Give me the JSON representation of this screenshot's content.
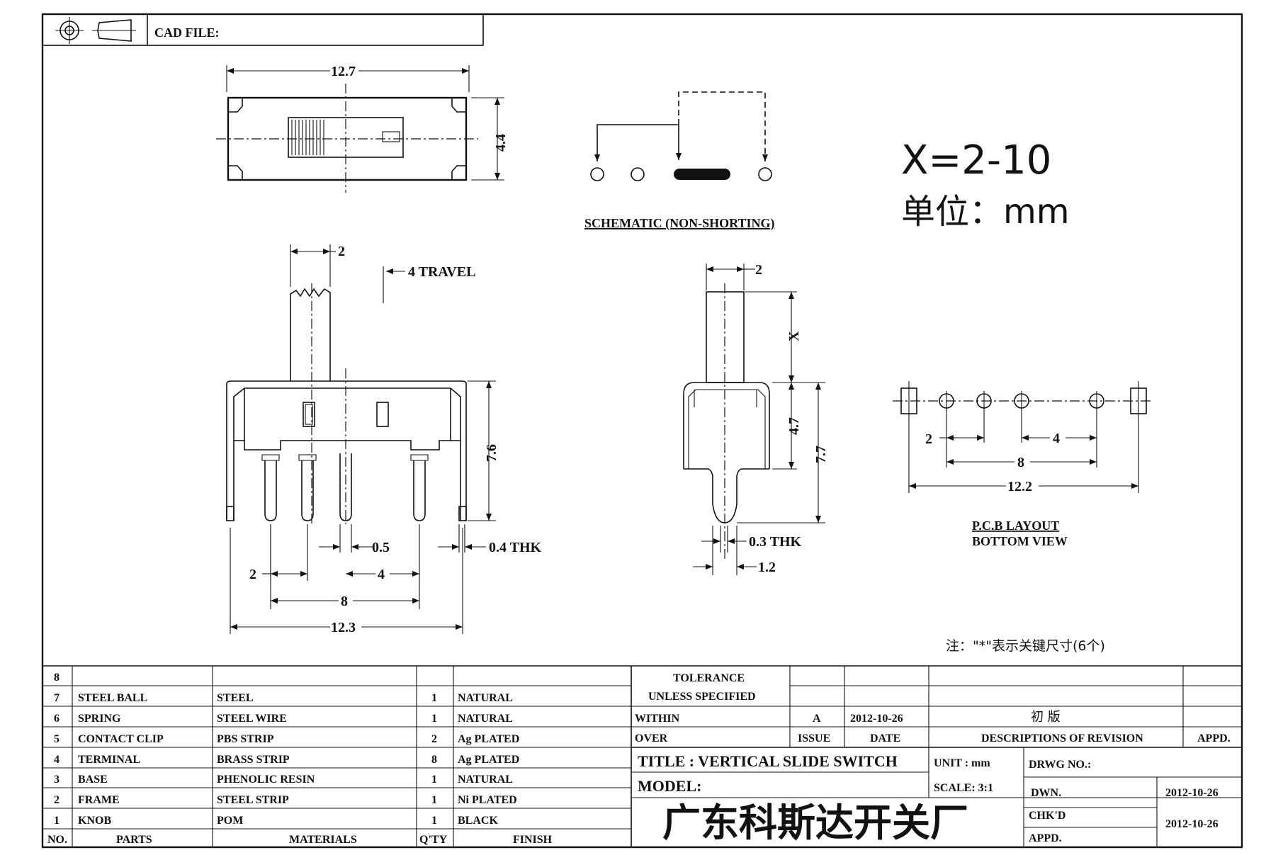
{
  "header": {
    "cad_file_label": "CAD FILE:"
  },
  "top_view": {
    "width_dim": "12.7",
    "height_dim": "4.4"
  },
  "schematic": {
    "label": "SCHEMATIC (NON-SHORTING)"
  },
  "notes": {
    "x_range": "X=2-10",
    "unit_note": "单位：mm",
    "key_dims_note": "注：\"*\"表示关键尺寸(6个)"
  },
  "front_view": {
    "actuator_width": "2",
    "travel": "4 TRAVEL",
    "height": "7.6",
    "pin_width": "0.5",
    "frame_thk": "0.4 THK",
    "pitch_2": "2",
    "pitch_4": "4",
    "span_8": "8",
    "overall": "12.3"
  },
  "side_view": {
    "actuator_width": "2",
    "actuator_height": "X",
    "body_height": "4.7",
    "total_height": "7.7",
    "pin_thk": "0.3 THK",
    "pin_width": "1.2"
  },
  "pcb_layout": {
    "title": "P.C.B LAYOUT",
    "subtitle": "BOTTOM VIEW",
    "dim_2": "2",
    "dim_4": "4",
    "dim_8": "8",
    "dim_12_2": "12.2"
  },
  "bom": {
    "columns": {
      "no": "NO.",
      "parts": "PARTS",
      "materials": "MATERIALS",
      "qty": "Q'TY",
      "finish": "FINISH"
    },
    "rows": [
      {
        "no": "8",
        "part": "",
        "material": "",
        "qty": "",
        "finish": ""
      },
      {
        "no": "7",
        "part": "STEEL BALL",
        "material": "STEEL",
        "qty": "1",
        "finish": "NATURAL"
      },
      {
        "no": "6",
        "part": "SPRING",
        "material": "STEEL WIRE",
        "qty": "1",
        "finish": "NATURAL"
      },
      {
        "no": "5",
        "part": "CONTACT CLIP",
        "material": "PBS STRIP",
        "qty": "2",
        "finish": "Ag PLATED"
      },
      {
        "no": "4",
        "part": "TERMINAL",
        "material": "BRASS STRIP",
        "qty": "8",
        "finish": "Ag PLATED"
      },
      {
        "no": "3",
        "part": "BASE",
        "material": "PHENOLIC RESIN",
        "qty": "1",
        "finish": "NATURAL"
      },
      {
        "no": "2",
        "part": "FRAME",
        "material": "STEEL STRIP",
        "qty": "1",
        "finish": "Ni PLATED"
      },
      {
        "no": "1",
        "part": "KNOB",
        "material": "POM",
        "qty": "1",
        "finish": "BLACK"
      }
    ]
  },
  "title_block": {
    "tolerance": "TOLERANCE",
    "unless_specified": "UNLESS SPECIFIED",
    "within": "WITHIN",
    "over": "OVER",
    "rev_issue": "A",
    "rev_date": "2012-10-26",
    "rev_desc": "初 版",
    "issue_label": "ISSUE",
    "date_label": "DATE",
    "desc_label": "DESCRIPTIONS OF REVISION",
    "appd_label": "APPD.",
    "title": "TITLE :  VERTICAL SLIDE SWITCH",
    "unit": "UNIT :  mm",
    "drwg_no": "DRWG NO.:",
    "model": "MODEL:",
    "scale": "SCALE:  3:1",
    "dwn_label": "DWN.",
    "dwn_date": "2012-10-26",
    "chkd_label": "CHK'D",
    "chkd_date": "2012-10-26",
    "appd2_label": "APPD.",
    "company": "广东科斯达开关厂"
  }
}
